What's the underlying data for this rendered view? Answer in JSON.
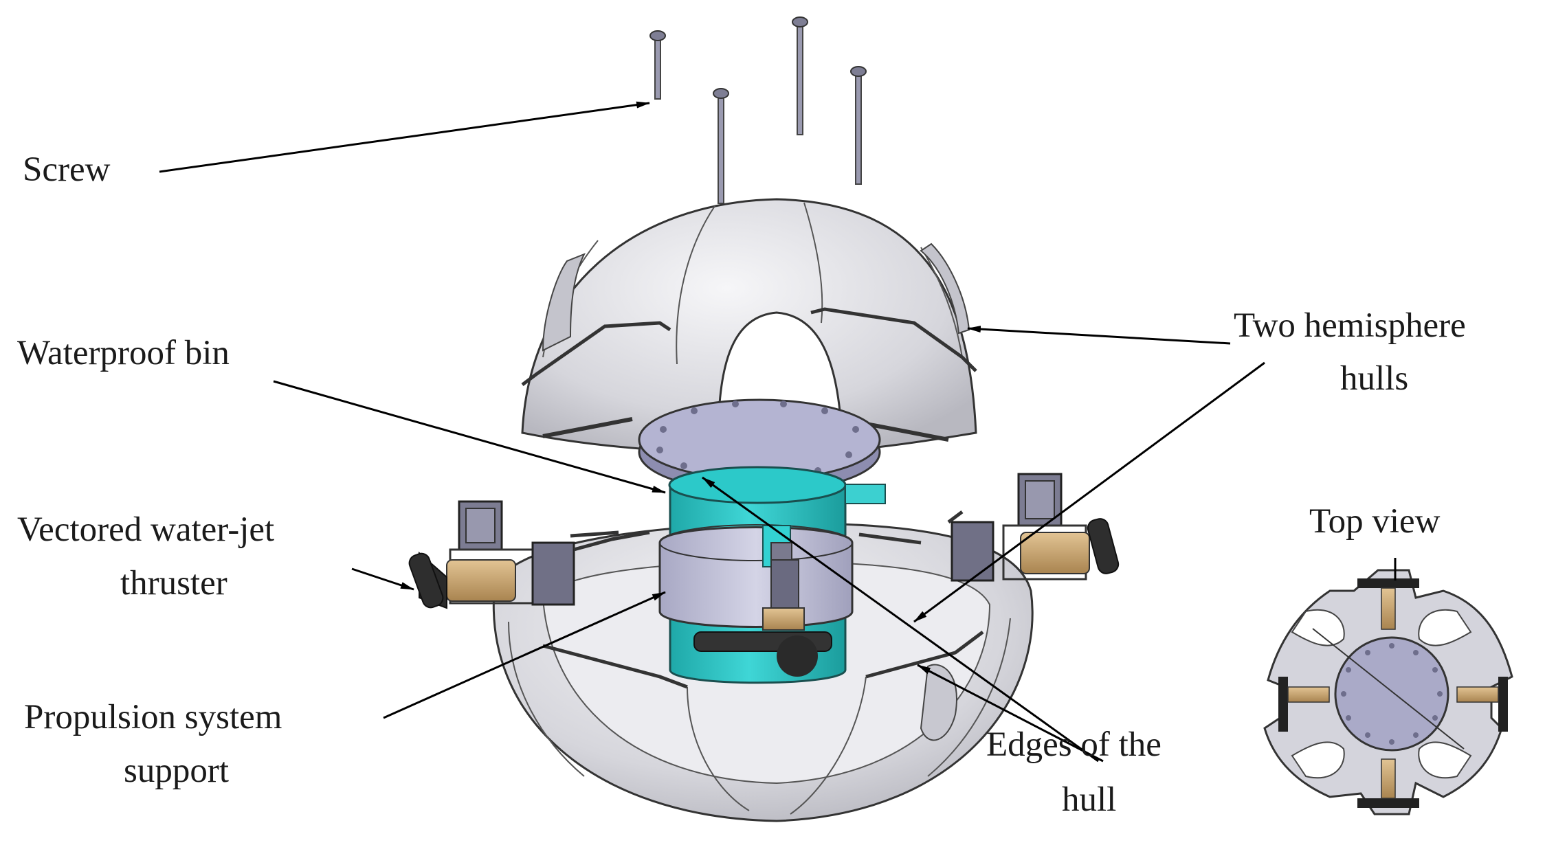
{
  "labels": {
    "screw": "Screw",
    "waterproof_bin": "Waterproof bin",
    "hemisphere_line1": "Two hemisphere",
    "hemisphere_line2": "hulls",
    "thruster_line1": "Vectored water-jet",
    "thruster_line2": "thruster",
    "top_view": "Top view",
    "support_line1": "Propulsion system",
    "support_line2": "support",
    "edges_line1": "Edges of the",
    "edges_line2": "hull"
  },
  "colors": {
    "hull_fill": "#d8d8de",
    "hull_inner": "#eeeef2",
    "hull_stroke": "#333333",
    "bin_teal": "#29c3c3",
    "plate_lavender": "#b4b4d2",
    "band_lavender": "#c4c4dc",
    "motor_gray": "#6c6c80",
    "tank_tan": "#c8a472",
    "arrow": "#000000"
  }
}
